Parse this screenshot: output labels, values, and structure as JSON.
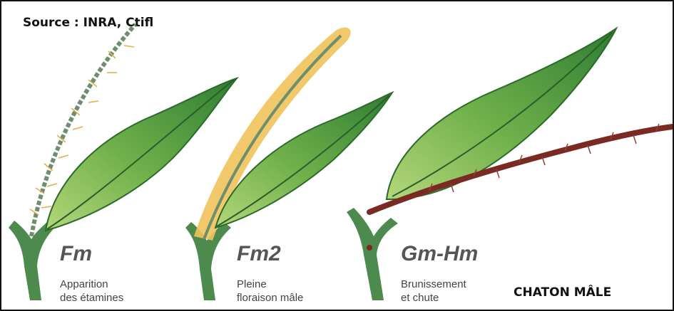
{
  "source": "Source : INRA, Ctifl",
  "caption": "CHATON MÂLE",
  "stages": [
    {
      "code": "Fm",
      "desc_line1": "Apparition",
      "desc_line2": "des étamines"
    },
    {
      "code": "Fm2",
      "desc_line1": "Pleine",
      "desc_line2": "floraison mâle"
    },
    {
      "code": "Gm-Hm",
      "desc_line1": "Brunissement",
      "desc_line2": "et chute"
    }
  ],
  "colors": {
    "leaf": "#4f9a3c",
    "leaf_light": "#a9d070",
    "stem": "#4c8a4e",
    "catkin_yellow": "#e9b53c",
    "catkin_brown": "#7a2a22"
  }
}
